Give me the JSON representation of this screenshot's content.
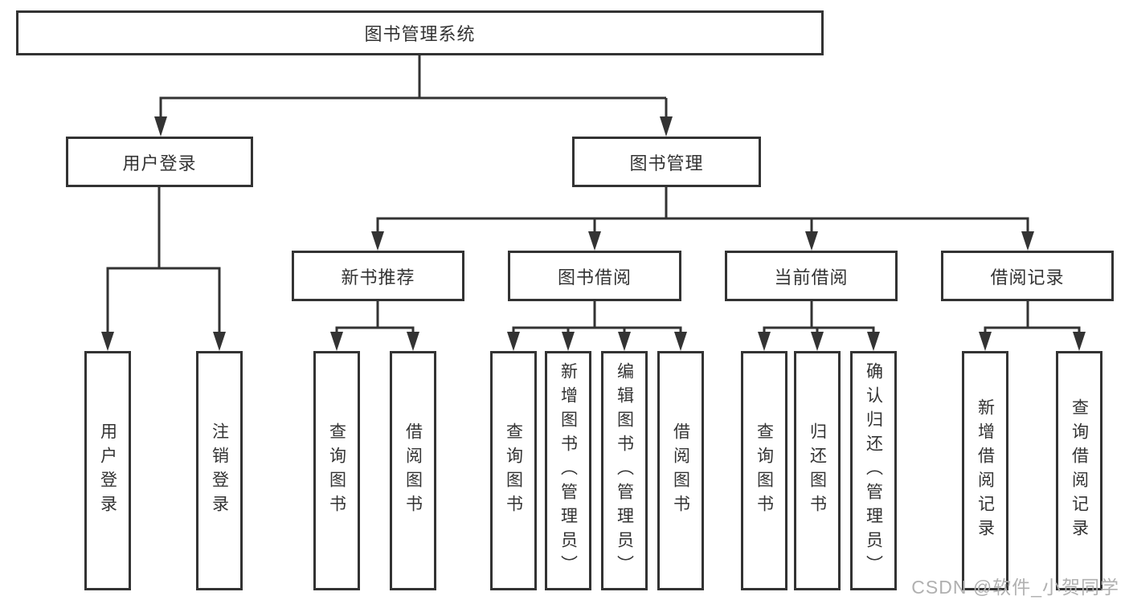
{
  "diagram": {
    "root": {
      "label": "图书管理系统"
    },
    "branches": [
      {
        "label": "用户登录",
        "leaves": [
          {
            "label": "用户登录"
          },
          {
            "label": "注销登录"
          }
        ]
      },
      {
        "label": "图书管理",
        "groups": [
          {
            "label": "新书推荐",
            "leaves": [
              {
                "label": "查询图书"
              },
              {
                "label": "借阅图书"
              }
            ]
          },
          {
            "label": "图书借阅",
            "leaves": [
              {
                "label": "查询图书"
              },
              {
                "label": "新增图书（管理员）"
              },
              {
                "label": "编辑图书（管理员）"
              },
              {
                "label": "借阅图书"
              }
            ]
          },
          {
            "label": "当前借阅",
            "leaves": [
              {
                "label": "查询图书"
              },
              {
                "label": "归还图书"
              },
              {
                "label": "确认归还（管理员）"
              }
            ]
          },
          {
            "label": "借阅记录",
            "leaves": [
              {
                "label": "新增借阅记录"
              },
              {
                "label": "查询借阅记录"
              }
            ]
          }
        ]
      }
    ],
    "watermark": "CSDN @软件_小贺同学",
    "colors": {
      "background": "#ffffff",
      "line": "#333333",
      "box_border": "#333333",
      "box_fill": "#ffffff",
      "text": "#333333",
      "watermark": "#b0b0b0"
    }
  }
}
